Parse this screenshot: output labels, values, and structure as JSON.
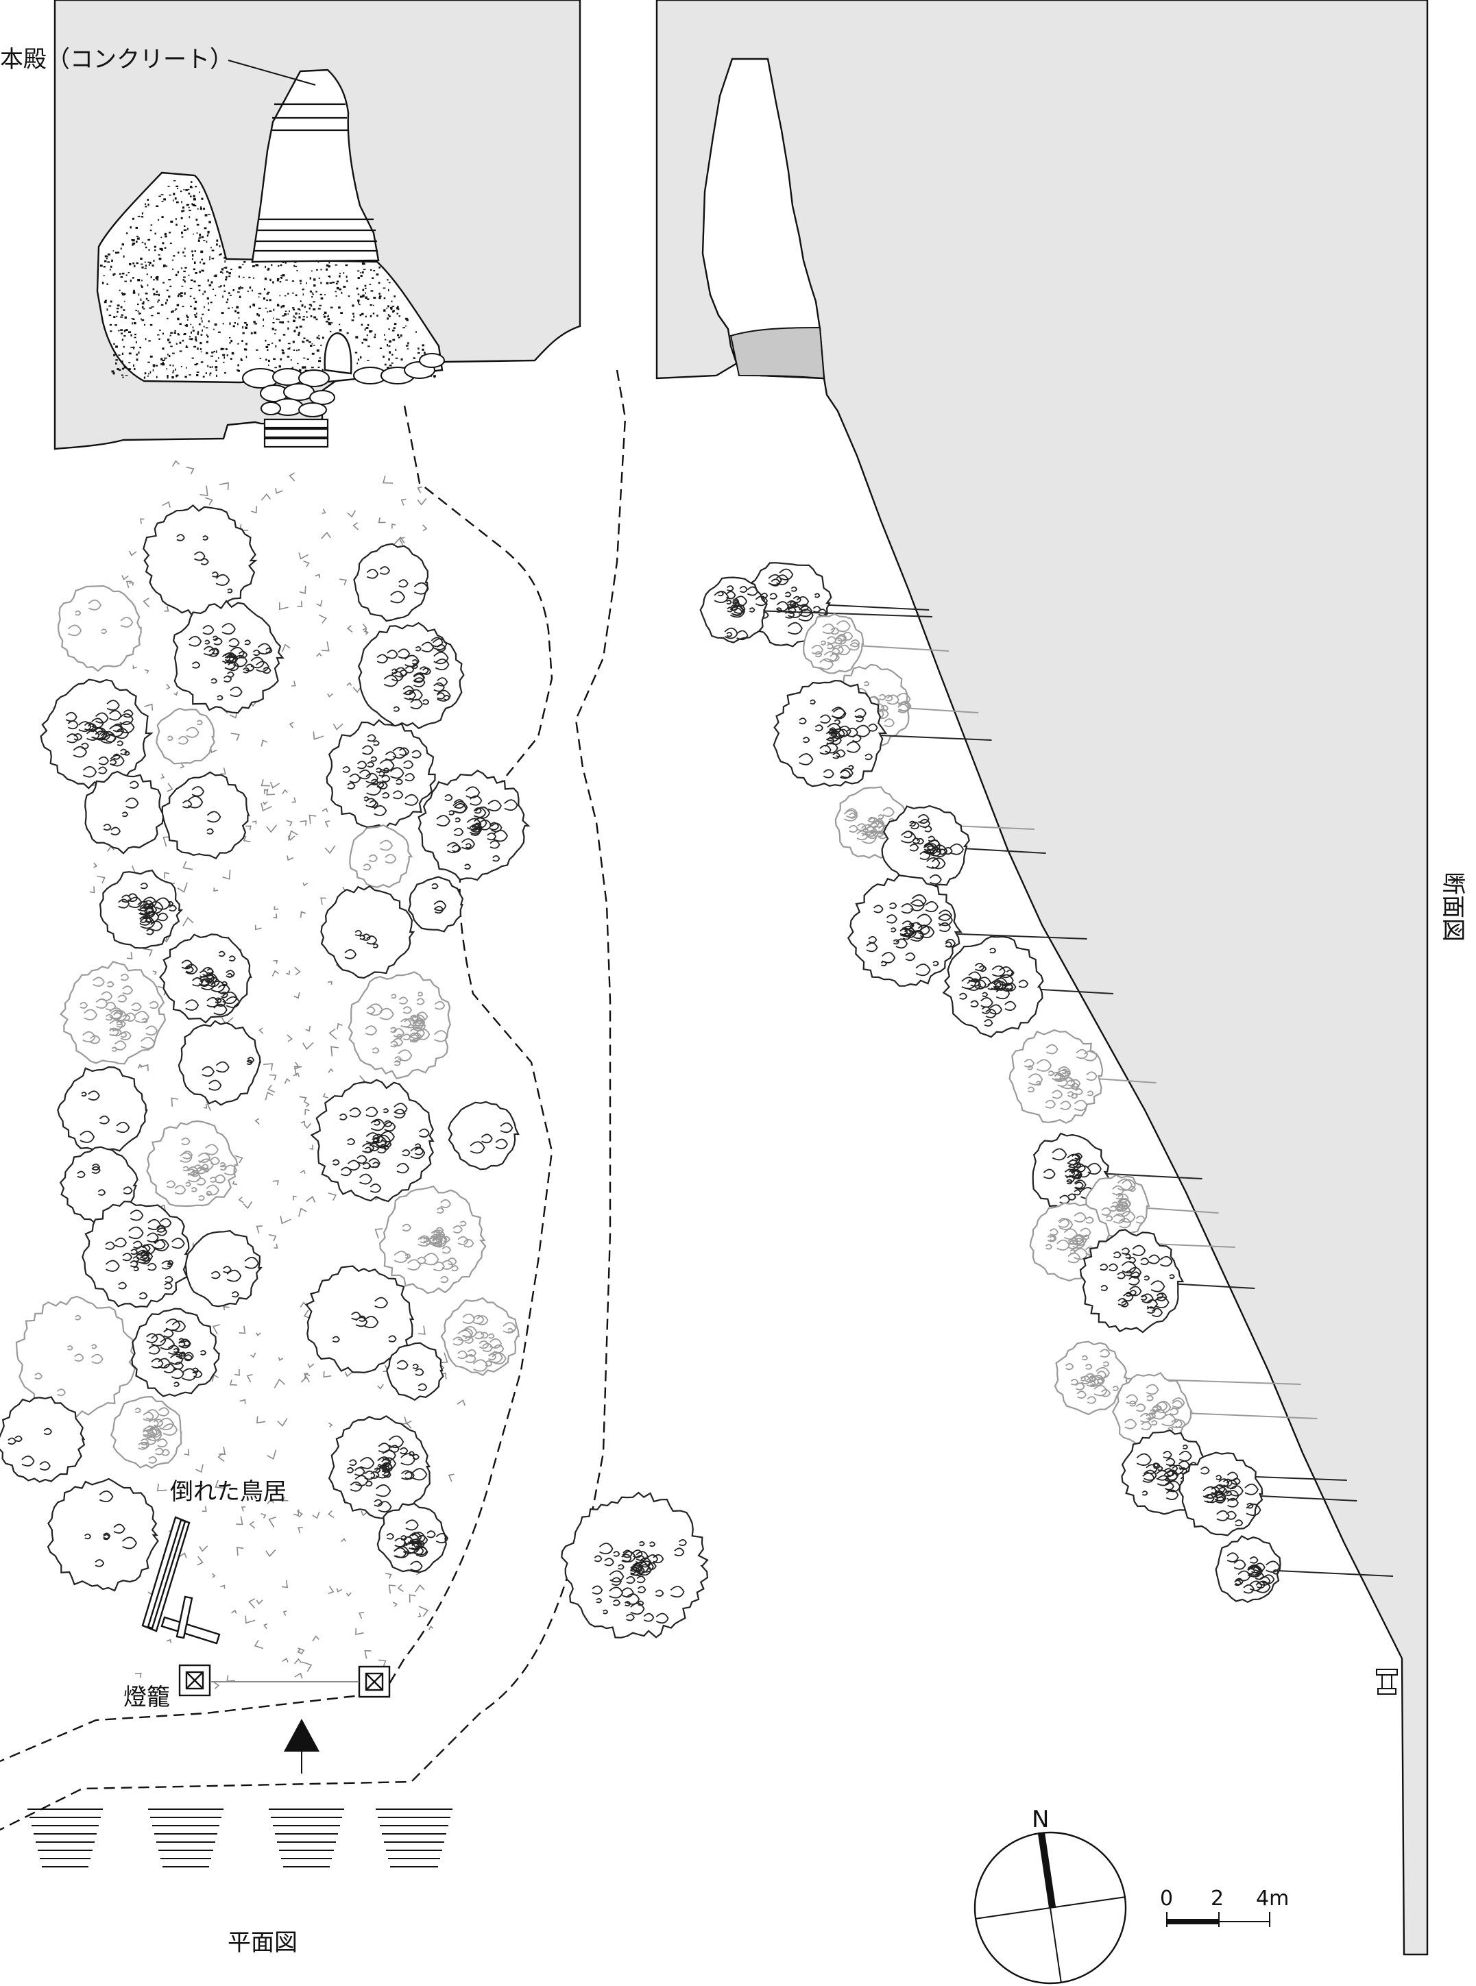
{
  "labels": {
    "honden": "本殿（コンクリート）",
    "torii": "倒れた鳥居",
    "toro": "燈籠",
    "plan": "平面図",
    "section": "断面図",
    "north": "N"
  },
  "scale": {
    "ticks": [
      "0",
      "2",
      "4m"
    ]
  },
  "colors": {
    "ink": "#111111",
    "rock_fill": "#e6e6e7",
    "tree_dark": "#222222",
    "tree_light": "#9a9a9a",
    "stone_highlight": "#c8c8c8"
  }
}
